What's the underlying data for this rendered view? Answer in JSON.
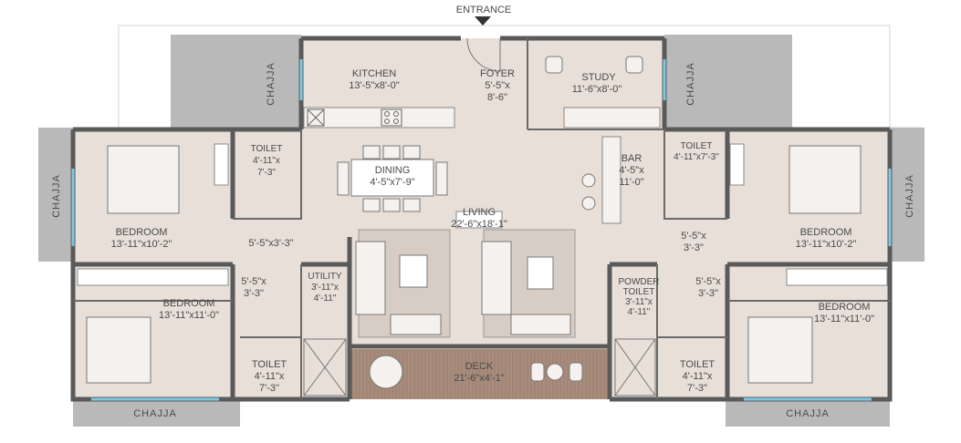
{
  "header": {
    "entrance": "ENTRANCE"
  },
  "rooms": {
    "kitchen": {
      "name": "KITCHEN",
      "dim": "13'-5\"x8'-0\""
    },
    "foyer": {
      "name": "FOYER",
      "dim1": "5'-5\"x",
      "dim2": "8'-6\""
    },
    "study": {
      "name": "STUDY",
      "dim": "11'-6\"x8'-0\""
    },
    "dining": {
      "name": "DINING",
      "dim": "4'-5\"x7'-9\""
    },
    "living": {
      "name": "LIVING",
      "dim": "22'-6\"x18'-1\""
    },
    "bar": {
      "name": "BAR",
      "dim1": "4'-5\"x",
      "dim2": "11'-0\""
    },
    "toilet_tl": {
      "name": "TOILET",
      "dim1": "4'-11\"x",
      "dim2": "7'-3\""
    },
    "toilet_tr": {
      "name": "TOILET",
      "dim": "4'-11\"x7'-3\""
    },
    "bedroom_l": {
      "name": "BEDROOM",
      "dim": "13'-11\"x10'-2\""
    },
    "bedroom_r": {
      "name": "BEDROOM",
      "dim": "13'-11\"x10'-2\""
    },
    "passage_l": {
      "dim": "5'-5\"x3'-3\""
    },
    "passage_r": {
      "dim1": "5'-5\"x",
      "dim2": "3'-3\""
    },
    "passage_bl": {
      "dim1": "5'-5\"x",
      "dim2": "3'-3\""
    },
    "passage_br": {
      "dim1": "5'-5\"x",
      "dim2": "3'-3\""
    },
    "utility": {
      "name": "UTILITY",
      "dim1": "3'-11\"x",
      "dim2": "4'-11\""
    },
    "powder": {
      "name1": "POWDER",
      "name2": "TOILET",
      "dim1": "3'-11\"x",
      "dim2": "4'-11\""
    },
    "bedroom_bl": {
      "name": "BEDROOM",
      "dim": "13'-11\"x11'-0\""
    },
    "bedroom_br": {
      "name": "BEDROOM",
      "dim": "13'-11\"x11'-0\""
    },
    "toilet_bl": {
      "name": "TOILET",
      "dim1": "4'-11\"x",
      "dim2": "7'-3\""
    },
    "toilet_br": {
      "name": "TOILET",
      "dim1": "4'-11\"x",
      "dim2": "7'-3\""
    },
    "deck": {
      "name": "DECK",
      "dim": "21'-6\"x4'-1\""
    }
  },
  "chajja": {
    "top_left": "CHAJJA",
    "top_right": "CHAJJA",
    "left": "CHAJJA",
    "right": "CHAJJA",
    "bottom_left": "CHAJJA",
    "bottom_right": "CHAJJA"
  },
  "colors": {
    "floor": "#e6ddd6",
    "wall": "#5a5a5a",
    "chajja": "#b7b7b7",
    "outline": "#cfcfcf",
    "deck": "#a88d7d",
    "window": "#7ec8e3"
  }
}
